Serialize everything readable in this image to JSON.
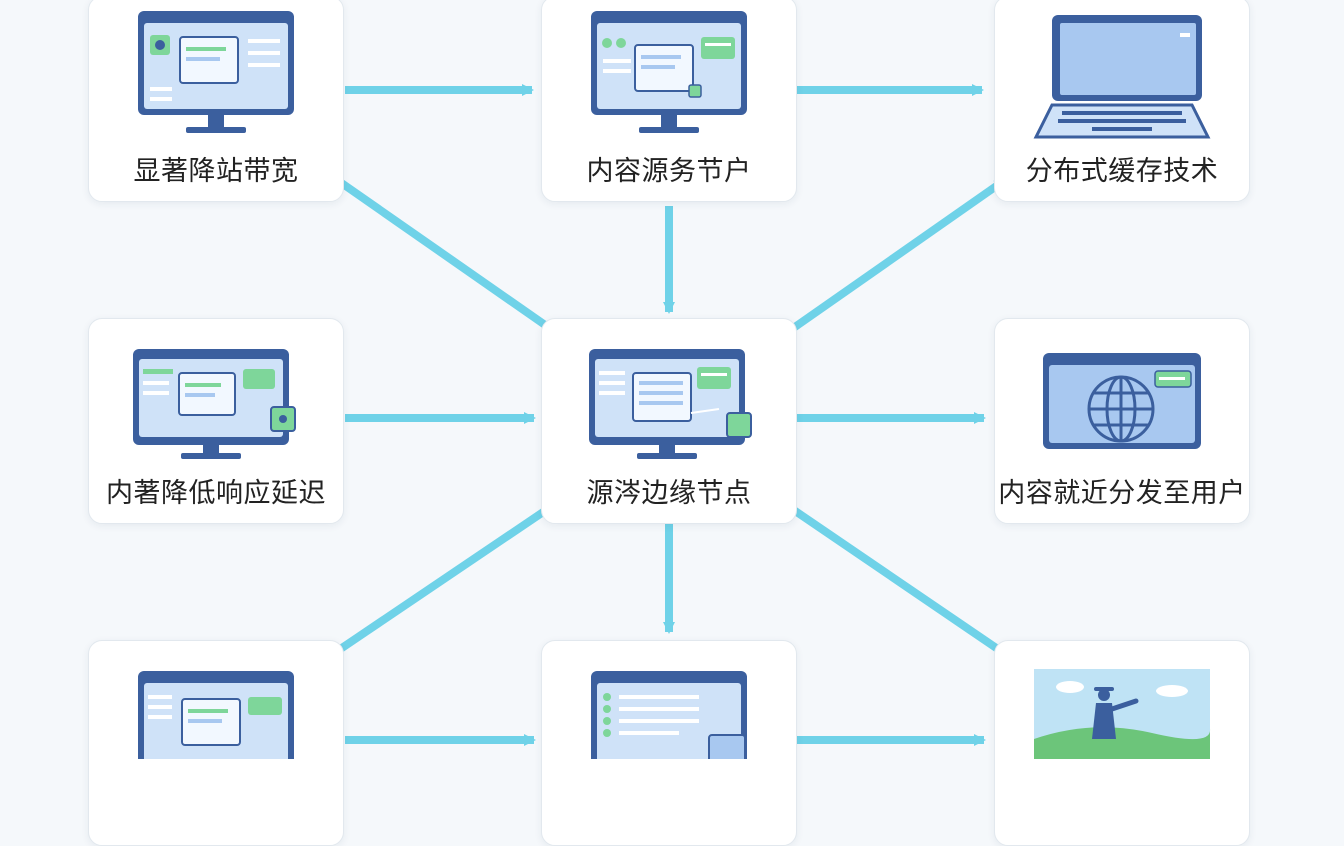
{
  "colors": {
    "arrow": "#6fd2e8",
    "monitor_frame": "#3b5f9e",
    "screen": "#a8c8f0",
    "card_background": "#ffffff",
    "accent_green": "#7ed69a"
  },
  "nodes": [
    {
      "id": "n1",
      "label": "显著降站带宽",
      "icon": "monitor-icon"
    },
    {
      "id": "n2",
      "label": "内容源务节户",
      "icon": "monitor-icon"
    },
    {
      "id": "n3",
      "label": "分布式缓存技术",
      "icon": "laptop-icon"
    },
    {
      "id": "n4",
      "label": "内著降低响应延迟",
      "icon": "monitor-icon"
    },
    {
      "id": "n5",
      "label": "源涔边缘节点",
      "icon": "monitor-icon"
    },
    {
      "id": "n6",
      "label": "内容就近分发至用户",
      "icon": "globe-window-icon"
    },
    {
      "id": "n7",
      "label": "",
      "icon": "monitor-icon"
    },
    {
      "id": "n8",
      "label": "",
      "icon": "monitor-icon"
    },
    {
      "id": "n9",
      "label": "",
      "icon": "landscape-person-icon"
    }
  ],
  "edges": [
    {
      "from": "n1",
      "to": "n2",
      "bidirectional": false
    },
    {
      "from": "n2",
      "to": "n3",
      "bidirectional": false
    },
    {
      "from": "n1",
      "to": "n5",
      "bidirectional": false
    },
    {
      "from": "n2",
      "to": "n5",
      "bidirectional": false
    },
    {
      "from": "n3",
      "to": "n5",
      "bidirectional": true
    },
    {
      "from": "n4",
      "to": "n5",
      "bidirectional": false
    },
    {
      "from": "n5",
      "to": "n6",
      "bidirectional": false
    },
    {
      "from": "n5",
      "to": "n7",
      "bidirectional": true
    },
    {
      "from": "n5",
      "to": "n8",
      "bidirectional": false
    },
    {
      "from": "n5",
      "to": "n9",
      "bidirectional": true
    },
    {
      "from": "n7",
      "to": "n8",
      "bidirectional": false
    },
    {
      "from": "n8",
      "to": "n9",
      "bidirectional": false
    }
  ]
}
